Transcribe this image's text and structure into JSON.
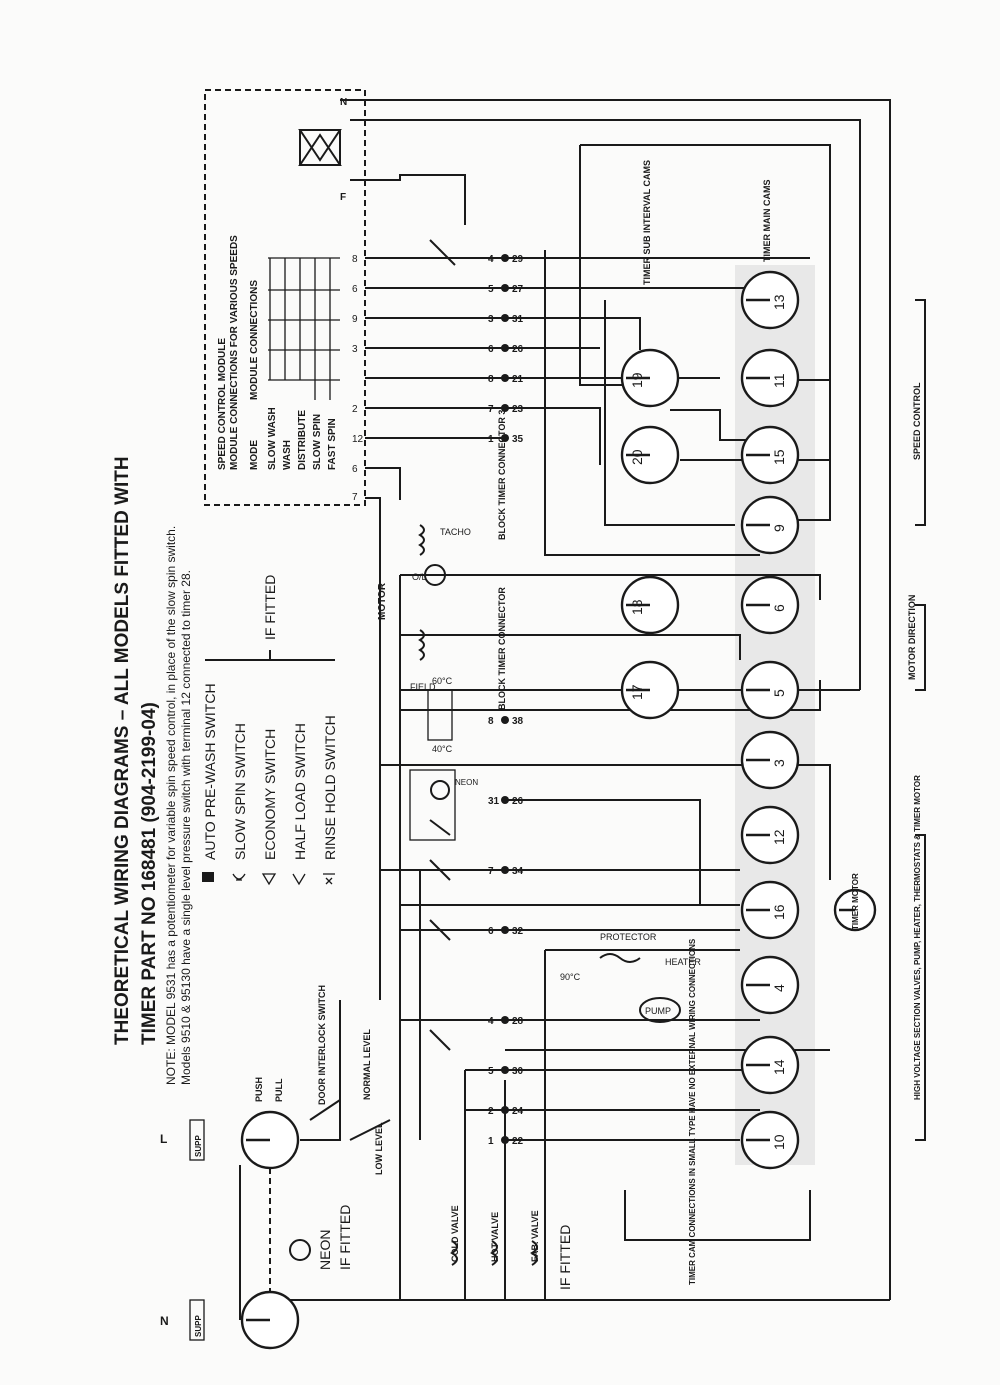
{
  "title": {
    "line1": "THEORETICAL WIRING DIAGRAMS – ALL MODELS FITTED WITH",
    "line2": "TIMER PART NO 168481 (904-2199-04)"
  },
  "note": {
    "line1": "NOTE: MODEL 9531 has a potentiometer for variable spin speed control, in place of the slow spin switch.",
    "line2": "Models 9510 & 95130 have a single level pressure switch with terminal 12 connected to timer 28."
  },
  "legend": {
    "items": [
      "AUTO PRE-WASH SWITCH",
      "SLOW SPIN SWITCH",
      "ECONOMY SWITCH",
      "HALF LOAD SWITCH",
      "RINSE HOLD SWITCH"
    ],
    "bracket_label": "IF FITTED"
  },
  "speed_module": {
    "title": "SPEED CONTROL MODULE",
    "line2": "MODULE CONNECTIONS FOR VARIOUS SPEEDS",
    "col_mode": "MODE",
    "col_connections": "MODULE CONNECTIONS",
    "modes": [
      "SLOW WASH",
      "WASH",
      "DISTRIBUTE",
      "SLOW SPIN",
      "FAST SPIN"
    ],
    "terminals": [
      "8",
      "6",
      "9",
      "3",
      "2",
      "12",
      "6",
      "7"
    ],
    "n_label": "N",
    "f_label": "F"
  },
  "timer": {
    "sub_interval": "TIMER SUB INTERVAL CAMS",
    "main": "TIMER MAIN CAMS",
    "block_connector_1": "BLOCK TIMER CONNECTOR 3",
    "block_connector_2": "BLOCK TIMER CONNECTOR",
    "small_type_note": "TIMER CAM CONNECTIONS IN SMALL TYPE HAVE NO EXTERNAL WIRING CONNECTIONS",
    "timer_motor": "TIMER MOTOR",
    "upper_cams": [
      "19",
      "20",
      "18",
      "17"
    ],
    "lower_cams": [
      "13",
      "11",
      "15",
      "9",
      "6",
      "5",
      "3",
      "12",
      "16",
      "4",
      "14",
      "10"
    ],
    "sections": {
      "speed_control": "SPEED CONTROL",
      "motor_direction": "MOTOR DIRECTION",
      "high_voltage": "HIGH VOLTAGE SECTION VALVES, PUMP, HEATER, THERMOSTATS & TIMER MOTOR"
    }
  },
  "terminals_row1": [
    "29",
    "27",
    "31",
    "26",
    "21",
    "23",
    "35",
    "38",
    "26",
    "34",
    "32",
    "28",
    "30",
    "24",
    "22"
  ],
  "terminals_row2": [
    "4",
    "5",
    "3",
    "6",
    "8",
    "7",
    "1",
    "8",
    "31",
    "7",
    "6",
    "4",
    "5",
    "2",
    "1"
  ],
  "components": {
    "motor": "MOTOR",
    "tacho": "TACHO",
    "field": "FIELD",
    "ol": "O/L",
    "door_interlock": "DOOR INTERLOCK SWITCH",
    "normal_level": "NORMAL LEVEL",
    "low_level": "LOW LEVEL",
    "push": "PUSH",
    "pull": "PULL",
    "neon": "NEON",
    "neon_if_fitted": "IF FITTED",
    "neon_label": "NEON",
    "cold_valve": "COLD VALVE",
    "hot_valve": "HOT VALVE",
    "fab_valve": "FAB. VALVE",
    "valve_if_fitted": "IF FITTED",
    "pump": "PUMP",
    "heater": "HEATER",
    "protector": "PROTECTOR",
    "thermo_90": "90°C",
    "thermo_40": "40°C",
    "thermo_60": "60°C",
    "supp": "SUPP",
    "n_top": "N",
    "l_top": "L"
  }
}
